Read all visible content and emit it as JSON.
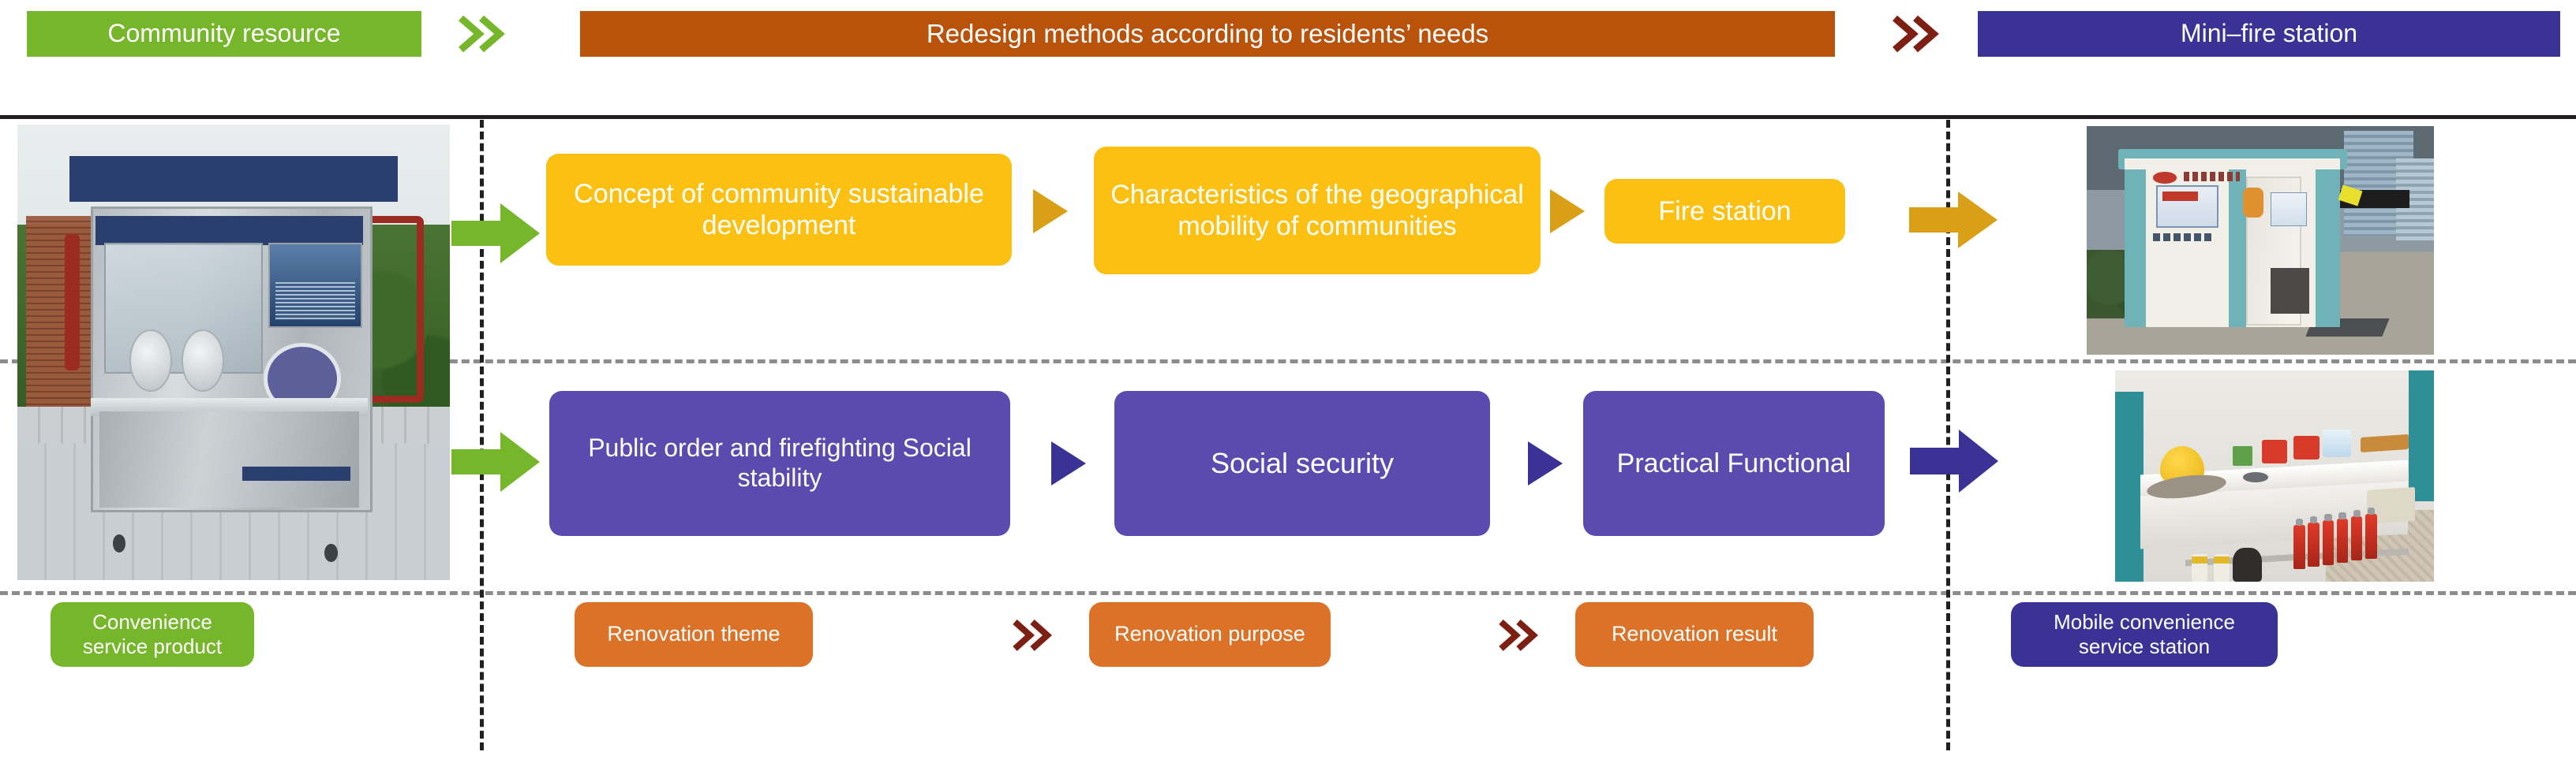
{
  "header": {
    "left_label": "Community resource",
    "chevron_left": "chevrons-right-green",
    "center_label": "Redesign methods according to residents’ needs",
    "chevron_right": "chevrons-right-maroon",
    "right_label": "Mini–fire station"
  },
  "row_amber": {
    "inbound_arrow": "block-arrow-right-green",
    "boxes": [
      {
        "label": "Concept of community sustainable development"
      },
      {
        "label": "Characteristics of the geographical mobility of communities"
      },
      {
        "label": "Fire station"
      }
    ],
    "connector": "triangle-right-amber",
    "outbound_arrow": "block-arrow-right-amber"
  },
  "row_violet": {
    "inbound_arrow": "block-arrow-right-green",
    "boxes": [
      {
        "label": "Public order and firefighting Social stability"
      },
      {
        "label": "Social security"
      },
      {
        "label": "Practical Functional"
      }
    ],
    "connector": "triangle-right-violet",
    "outbound_arrow": "block-arrow-right-violet"
  },
  "footer": {
    "left_label": "Convenience service product",
    "steps": [
      {
        "label": "Renovation theme"
      },
      {
        "label": "Renovation purpose"
      },
      {
        "label": "Renovation result"
      }
    ],
    "chevron": "chevrons-right-maroon",
    "right_label": "Mobile convenience service station"
  },
  "photos": {
    "left": "mobile-convenience-service-kiosk-photo",
    "right_top": "mini-fire-station-exterior-photo",
    "right_bottom": "fire-station-interior-shelf-photo"
  },
  "colors": {
    "green": "#76B62B",
    "header_orange": "#B9520A",
    "navy": "#3B3295",
    "amber": "#FBC011",
    "amber_dark": "#D9A017",
    "violet": "#5B4BAE",
    "violet_dark": "#3B3295",
    "orange": "#DC7227",
    "maroon": "#7E1F14",
    "rule": "#231F20",
    "dash": "#8C8C8C"
  }
}
